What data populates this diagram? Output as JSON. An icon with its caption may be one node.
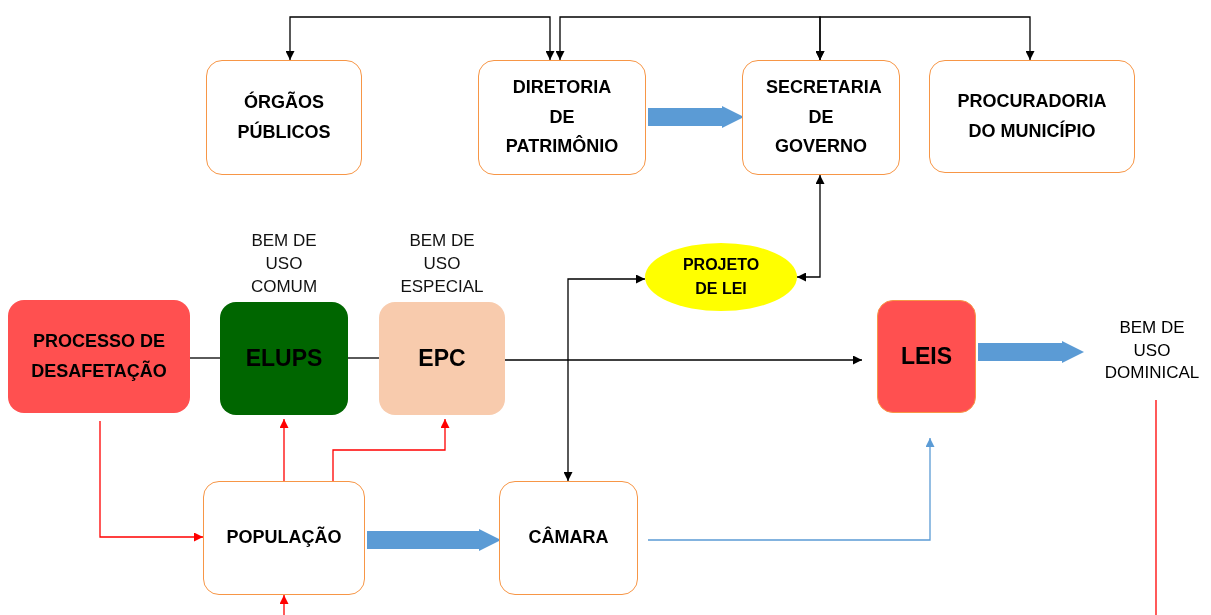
{
  "diagram": {
    "nodes": [
      {
        "text": [
          "ÓRGÃOS PÚBLICOS"
        ]
      },
      {
        "text": [
          "DIRETORIA DE PATRIMÔNIO"
        ]
      },
      {
        "text": [
          "SECRETARIA DE GOVERNO"
        ]
      },
      {
        "text": [
          "PROCURADORIA DO MUNICÍPIO"
        ]
      },
      {
        "text": [
          "PROJETO DE LEI"
        ]
      },
      {
        "text": [
          "PROCESSO DE DESAFETAÇÃO"
        ]
      },
      {
        "text": [
          "ELUPS"
        ],
        "beside": [
          "BEM DE USO COMUM"
        ]
      },
      {
        "text": [
          "EPC"
        ],
        "beside": [
          "BEM DE USO ESPECIAL"
        ]
      },
      {
        "text": [
          "LEIS"
        ]
      },
      {
        "text": [
          "BEM DE USO DOMINICAL"
        ]
      },
      {
        "text": [
          "POPULAÇÃO"
        ]
      },
      {
        "text": [
          "CÂMARA"
        ]
      }
    ],
    "edges": [
      {
        "from": 1,
        "to": 0,
        "arrow": "both"
      },
      {
        "from": 2,
        "to": 1,
        "arrow": "both"
      },
      {
        "from": 2,
        "to": 3,
        "arrow": "both"
      },
      {
        "from": 1,
        "to": 2,
        "arrow": "to",
        "style": "thick",
        "color": "#5b9bd5"
      },
      {
        "from": 4,
        "to": 2,
        "arrow": "both"
      },
      {
        "from": 11,
        "to": 4,
        "arrow": "both"
      },
      {
        "from": 5,
        "to": 6,
        "arrow": "none"
      },
      {
        "from": 6,
        "to": 7,
        "arrow": "none"
      },
      {
        "from": 7,
        "to": 8,
        "arrow": "to"
      },
      {
        "from": 8,
        "to": 9,
        "arrow": "to",
        "style": "thick",
        "color": "#5b9bd5"
      },
      {
        "from": 5,
        "to": 10,
        "arrow": "to",
        "color": "#ff0000"
      },
      {
        "from": 10,
        "to": 6,
        "arrow": "to",
        "color": "#ff0000"
      },
      {
        "from": 10,
        "to": 7,
        "arrow": "to",
        "color": "#ff0000"
      },
      {
        "from": null,
        "to": 10,
        "arrow": "to",
        "color": "#ff0000"
      },
      {
        "from": 10,
        "to": 11,
        "arrow": "to",
        "style": "thick",
        "color": "#5b9bd5"
      },
      {
        "from": 11,
        "to": 8,
        "arrow": "to",
        "color": "#5b9bd5"
      },
      {
        "from": 9,
        "to": null,
        "arrow": "none",
        "color": "#ff0000"
      }
    ]
  }
}
